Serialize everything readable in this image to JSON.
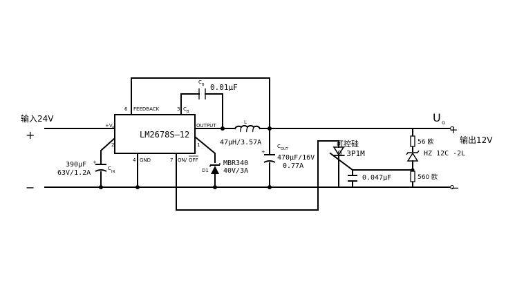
{
  "input": {
    "label": "输入24V",
    "plus": "+",
    "minus": "−"
  },
  "output": {
    "label": "输出12V",
    "plus": "+",
    "minus": "−",
    "voltage_symbol": "U",
    "voltage_sub": "o"
  },
  "ic": {
    "name": "LM2678S—12",
    "pin_feedback": "FEEDBACK",
    "pin_vin": "+V",
    "pin_vin_sub": "IN",
    "pin_cb": "C",
    "pin_cb_sub": "B",
    "pin_output": "OUTPUT",
    "pin_gnd": "GND",
    "pin_onoff": "ON/",
    "pin_onoff_bar": "OFF",
    "num_6": "6",
    "num_3": "3",
    "num_2": "2",
    "num_4": "4",
    "num_7": "7",
    "num_1": "1"
  },
  "components": {
    "cb_sym": "C",
    "cb_sub": "B",
    "cb_value": "0.01μF",
    "inductor_sym": "L",
    "inductor_value": "47μH/3.57A",
    "cin_sym": "C",
    "cin_sub": "IN",
    "cin_value_1": "390μF",
    "cin_value_2": "63V/1.2A",
    "diode_sym": "D1",
    "diode_part": "MBR340",
    "diode_rating": "40V/3A",
    "cout_sym": "C",
    "cout_sub": "OUT",
    "cout_value_1": "470μF/16V",
    "cout_value_2": "0.77A",
    "scr_label": "可控硅",
    "scr_part": "0.3P1M",
    "cap2_value": "0.047μF",
    "r1_value": "56 欧",
    "r2_value": "560 欧",
    "zener_part": "HZ 12C -2L"
  }
}
